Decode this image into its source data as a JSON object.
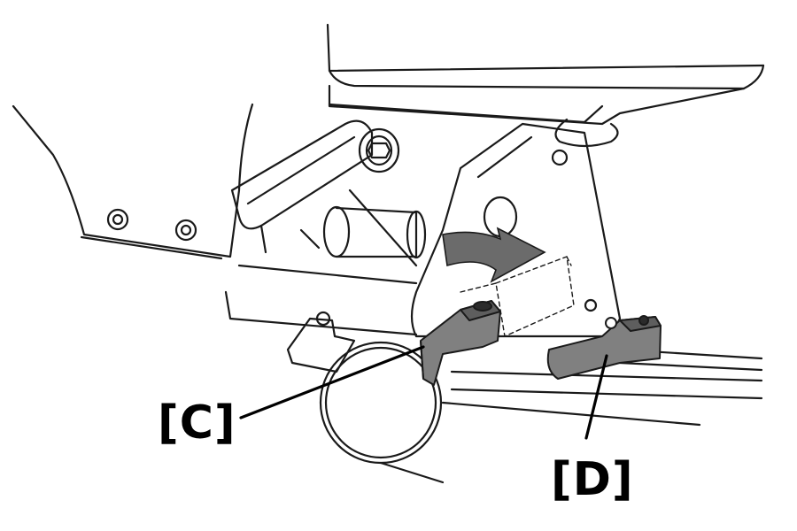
{
  "callouts": {
    "c": "[C]",
    "d": "[D]"
  },
  "colors": {
    "line": "#1a1a1a",
    "lever_fill": "#808080",
    "lever_dark": "#5e5e5e",
    "arrow_fill": "#6b6b6b",
    "background": "#ffffff"
  },
  "icons": [
    "curved-arrow-icon",
    "socket-head-screw-icon",
    "dashed-slot-outline"
  ]
}
